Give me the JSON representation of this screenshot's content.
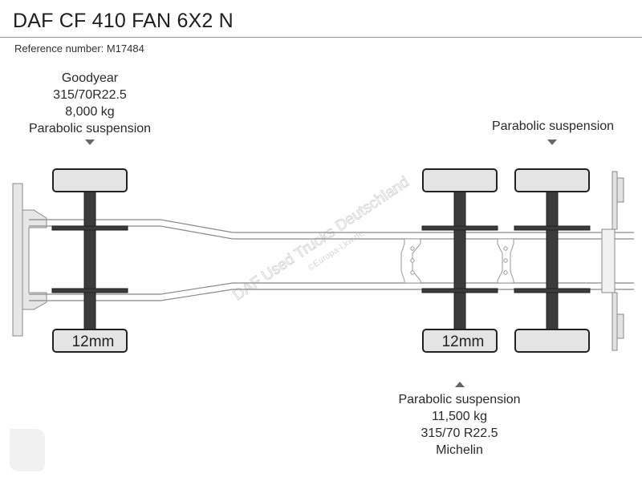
{
  "title": "DAF CF 410 FAN 6X2 N",
  "reference": "Reference number: M17484",
  "front_axle": {
    "brand": "Goodyear",
    "tire_size": "315/70R22.5",
    "capacity": "8,000 kg",
    "suspension": "Parabolic suspension",
    "tread_depth": "12mm"
  },
  "rear_top": {
    "suspension": "Parabolic suspension"
  },
  "rear_axle": {
    "suspension": "Parabolic suspension",
    "capacity": "11,500 kg",
    "tire_size": "315/70 R22.5",
    "brand": "Michelin",
    "tread_depth": "12mm"
  },
  "watermark": {
    "main": "DAF Used Trucks Deutschland",
    "sub": "©Europa-Lkw.de"
  }
}
